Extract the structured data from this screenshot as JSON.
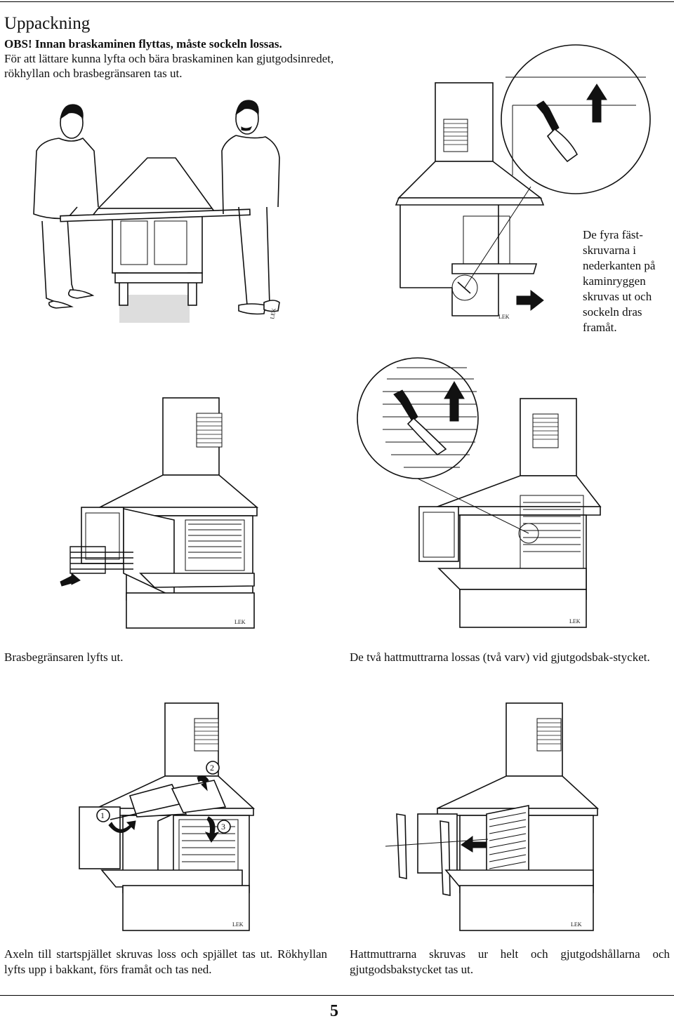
{
  "heading": "Uppackning",
  "intro": {
    "warning": "OBS! Innan braskaminen flyttas, måste sockeln lossas.",
    "text": "För att lättare kunna lyfta och bära braskaminen kan gjutgodsinredet, rökhyllan och brasbegränsaren tas ut."
  },
  "captions": {
    "screws": "De fyra fäst-skruvarna i nederkanten på kaminryggen skruvas ut och sockeln dras framåt.",
    "grate": "Brasbegränsaren lyfts ut.",
    "nuts": "De två hattmuttrarna lossas (två varv) vid gjutgodsbak-stycket.",
    "damper": "Axeln till startspjället skruvas loss och spjället tas ut. Rökhyllan lyfts upp i bakkant, förs framåt och tas ned.",
    "back": "Hattmuttrarna skruvas ur helt och gjutgodshållarna och gjutgodsbakstycket tas ut."
  },
  "figure_labels": {
    "brand": "LEK",
    "step1": "1",
    "step2": "2",
    "step3": "3"
  },
  "page_number": "5"
}
